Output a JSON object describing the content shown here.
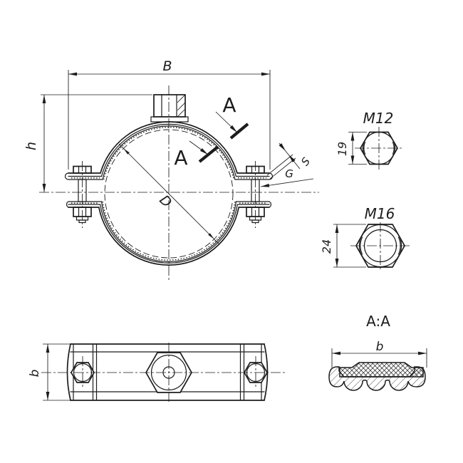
{
  "drawing": {
    "front_view": {
      "dim_width": "B",
      "dim_height": "h",
      "dim_diameter": "D",
      "section_mark": "A",
      "thickness_label": "S",
      "thread_label": "G"
    },
    "nut_small": {
      "thread": "M12",
      "across_flats": "19"
    },
    "nut_large": {
      "thread": "M16",
      "across_flats": "24"
    },
    "top_view": {
      "dim_width": "b"
    },
    "section_view": {
      "title": "A:A",
      "dim_width": "b"
    }
  },
  "colors": {
    "line": "#1c1c1c",
    "background": "#ffffff"
  }
}
